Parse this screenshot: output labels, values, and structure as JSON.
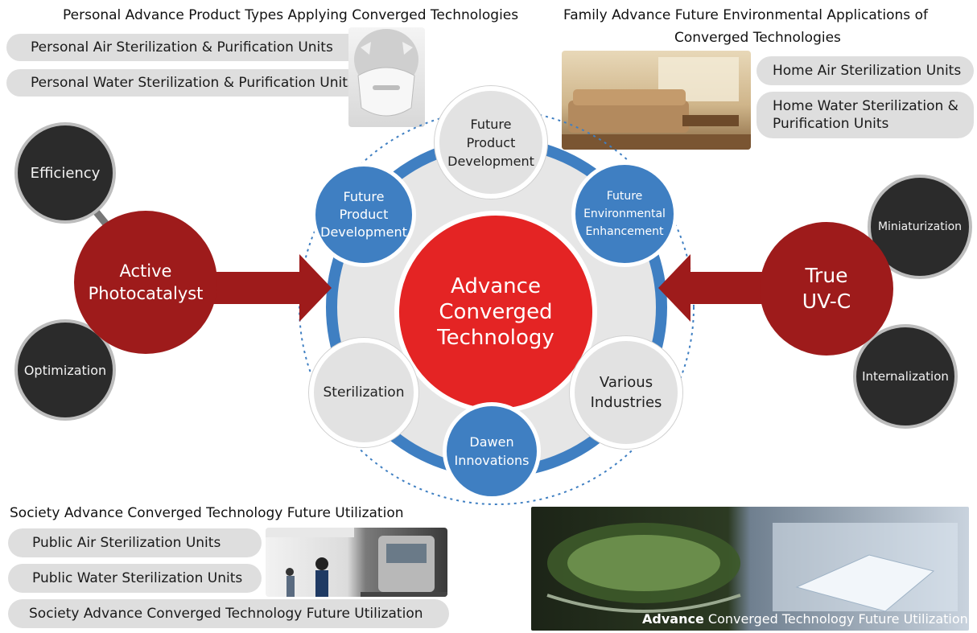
{
  "personal": {
    "title": "Personal Advance Product Types Applying Converged Technologies",
    "items": [
      "Personal Air Sterilization & Purification Units",
      "Personal Water Sterilization & Purification Units"
    ]
  },
  "family": {
    "title_line1": "Family Advance Future Environmental Applications of",
    "title_line2": "Converged Technologies",
    "items": [
      "Home Air Sterilization Units",
      "Home Water Sterilization &",
      "Purification Units"
    ]
  },
  "left_cluster": {
    "main": [
      "Active",
      "Photocatalyst"
    ],
    "satellites": [
      "Efficiency",
      "Optimization"
    ]
  },
  "right_cluster": {
    "main": [
      "True",
      "UV-C"
    ],
    "satellites": [
      "Miniaturization",
      "Internalization"
    ]
  },
  "center": {
    "core": [
      "Advance",
      "Converged",
      "Technology"
    ],
    "top": [
      "Future",
      "Product",
      "Development"
    ],
    "upper_left": [
      "Future",
      "Product",
      "Development"
    ],
    "upper_right": [
      "Future",
      "Environmental",
      "Enhancement"
    ],
    "lower_left": "Sterilization",
    "lower_right": [
      "Various",
      "Industries"
    ],
    "bottom": [
      "Dawen",
      "Innovations"
    ]
  },
  "society": {
    "title": "Society Advance Converged Technology Future Utilization",
    "items": [
      "Public Air Sterilization Units",
      "Public Water Sterilization Units",
      "Society Advance Converged Technology Future Utilization"
    ]
  },
  "photo_caption": {
    "bold": "Advance",
    "rest": "Converged Technology Future Utilization"
  },
  "colors": {
    "dark_red": "#9e1b1b",
    "bright_red": "#e42424",
    "blue": "#3f7fc2",
    "dark_gray": "#2b2b2b",
    "pill_gray": "#dedede"
  }
}
